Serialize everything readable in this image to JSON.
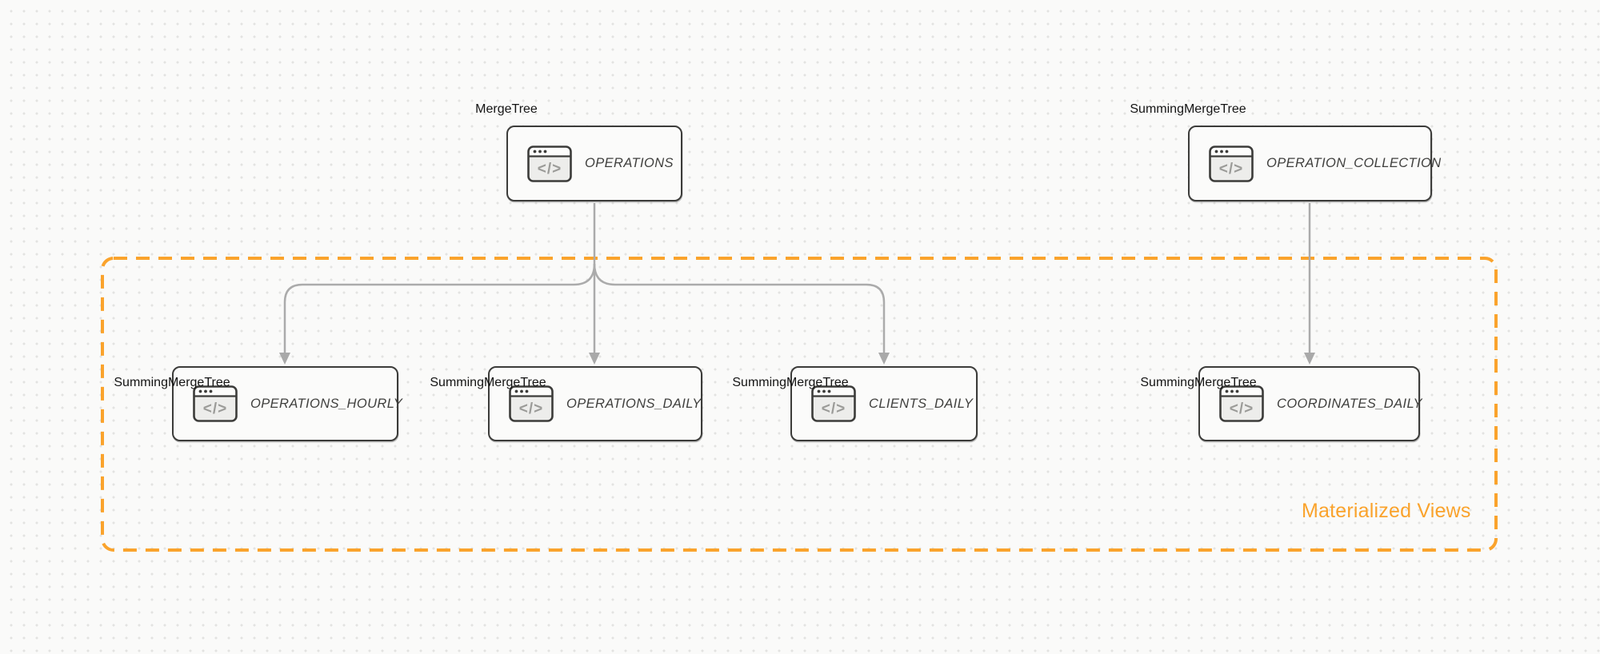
{
  "diagram": {
    "region": {
      "label": "Materialized Views"
    },
    "colors": {
      "accent_orange": "#faa32c",
      "edge_gray": "#ababab",
      "node_border": "#3c3c3a",
      "node_fill": "#fbfbfa",
      "background": "#fafaf9"
    },
    "icons": {
      "node_icon": "code-window-icon",
      "node_icon_glyph": "</>"
    },
    "nodes": [
      {
        "id": "operations",
        "title": "OPERATIONS",
        "engine_label": "MergeTree",
        "engine_label_position": "top"
      },
      {
        "id": "operation-collection",
        "title": "OPERATION_COLLECTION",
        "engine_label": "SummingMergeTree",
        "engine_label_position": "top"
      },
      {
        "id": "operations-hourly",
        "title": "OPERATIONS_HOURLY",
        "engine_label": "SummingMergeTree",
        "engine_label_position": "bottom"
      },
      {
        "id": "operations-daily",
        "title": "OPERATIONS_DAILY",
        "engine_label": "SummingMergeTree",
        "engine_label_position": "bottom"
      },
      {
        "id": "clients-daily",
        "title": "CLIENTS_DAILY",
        "engine_label": "SummingMergeTree",
        "engine_label_position": "bottom"
      },
      {
        "id": "coordinates-daily",
        "title": "COORDINATES_DAILY",
        "engine_label": "SummingMergeTree",
        "engine_label_position": "bottom"
      }
    ],
    "edges": [
      {
        "from": "operations",
        "to": "operations-hourly"
      },
      {
        "from": "operations",
        "to": "operations-daily"
      },
      {
        "from": "operations",
        "to": "clients-daily"
      },
      {
        "from": "operation-collection",
        "to": "coordinates-daily"
      }
    ]
  }
}
